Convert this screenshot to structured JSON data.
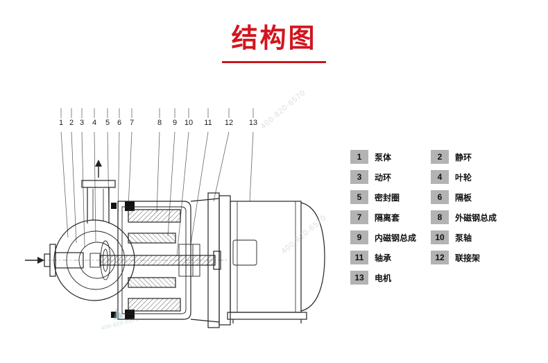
{
  "title": {
    "text": "结构图"
  },
  "diagram": {
    "callouts": [
      "1",
      "2",
      "3",
      "4",
      "5",
      "6",
      "7",
      "8",
      "9",
      "10",
      "11",
      "12",
      "13"
    ]
  },
  "legend": {
    "items": [
      {
        "num": "1",
        "label": "泵体"
      },
      {
        "num": "2",
        "label": "静环"
      },
      {
        "num": "3",
        "label": "动环"
      },
      {
        "num": "4",
        "label": "叶轮"
      },
      {
        "num": "5",
        "label": "密封圈"
      },
      {
        "num": "6",
        "label": "隔板"
      },
      {
        "num": "7",
        "label": "隔离套"
      },
      {
        "num": "8",
        "label": "外磁钢总成"
      },
      {
        "num": "9",
        "label": "内磁钢总成"
      },
      {
        "num": "10",
        "label": "泵轴"
      },
      {
        "num": "11",
        "label": "轴承"
      },
      {
        "num": "12",
        "label": "联接架"
      },
      {
        "num": "13",
        "label": "电机"
      }
    ]
  },
  "watermark": {
    "text": "400-820-6570",
    "logo": "▲"
  }
}
